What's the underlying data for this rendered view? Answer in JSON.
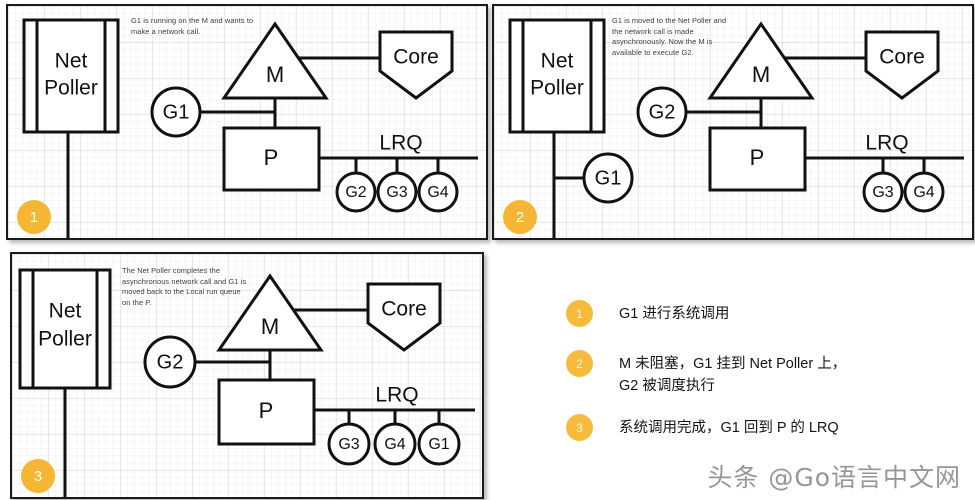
{
  "panels": [
    {
      "step": "1",
      "note": "G1 is running on the M and wants to make a network call.",
      "netpoller_label_line1": "Net",
      "netpoller_label_line2": "Poller",
      "m_label": "M",
      "p_label": "P",
      "core_label": "Core",
      "lrq_label": "LRQ",
      "goroutine_on_m": "G1",
      "lrq_goroutines": [
        "G2",
        "G3",
        "G4"
      ],
      "netpoller_goroutines": []
    },
    {
      "step": "2",
      "note": "G1 is moved to the Net Poller and the network call is made asynchronously. Now the M is available to execute G2.",
      "netpoller_label_line1": "Net",
      "netpoller_label_line2": "Poller",
      "m_label": "M",
      "p_label": "P",
      "core_label": "Core",
      "lrq_label": "LRQ",
      "goroutine_on_m": "G2",
      "lrq_goroutines": [
        "G3",
        "G4"
      ],
      "netpoller_goroutines": [
        "G1"
      ]
    },
    {
      "step": "3",
      "note": "The Net Poller completes the asynchronous network call and G1 is moved back to the Local run queue on the P.",
      "netpoller_label_line1": "Net",
      "netpoller_label_line2": "Poller",
      "m_label": "M",
      "p_label": "P",
      "core_label": "Core",
      "lrq_label": "LRQ",
      "goroutine_on_m": "G2",
      "lrq_goroutines": [
        "G3",
        "G4",
        "G1"
      ],
      "netpoller_goroutines": []
    }
  ],
  "legend": [
    {
      "num": "1",
      "text": "G1 进行系统调用"
    },
    {
      "num": "2",
      "text": "M 未阻塞，G1 挂到 Net Poller 上，\nG2 被调度执行"
    },
    {
      "num": "3",
      "text": "系统调用完成，G1 回到 P 的 LRQ"
    }
  ],
  "watermark": "头条 @Go语言中文网",
  "colors": {
    "badge_orange": "#f5b733",
    "legend_badge_orange": "#f6bb3c",
    "stroke": "#111111",
    "panel_border": "#1a1a1a",
    "note_text": "#3c3c3c",
    "watermark": "#8e8e8e"
  }
}
